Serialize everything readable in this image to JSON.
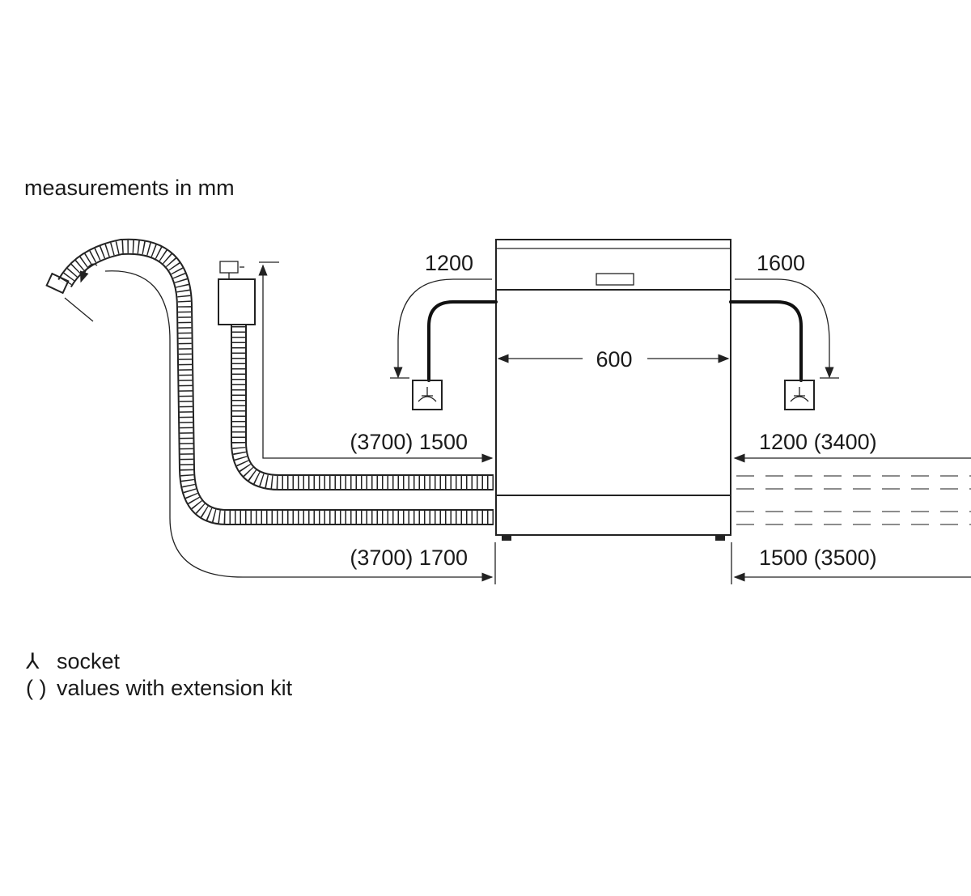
{
  "header": {
    "title": "measurements in mm"
  },
  "dimensions": {
    "left_power_cable": "1200",
    "right_power_cable": "1600",
    "appliance_width": "600",
    "left_drain_hose": "(3700) 1500",
    "right_drain_hose": "1200 (3400)",
    "left_inlet_hose": "(3700) 1700",
    "right_inlet_hose": "1500 (3500)"
  },
  "legend": {
    "socket_symbol": "⅄",
    "socket_label": "socket",
    "extension_symbol": "( )",
    "extension_label": "values with extension kit"
  }
}
